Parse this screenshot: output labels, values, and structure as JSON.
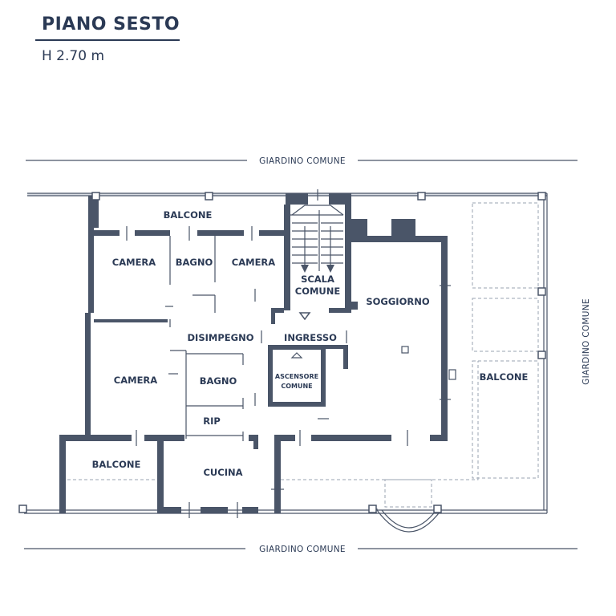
{
  "header": {
    "title": "PIANO SESTO",
    "height": "H 2.70 m"
  },
  "garden": {
    "top": "GIARDINO COMUNE",
    "bottom": "GIARDINO COMUNE",
    "right": "GIARDINO COMUNE"
  },
  "rooms": {
    "balcone_top": "BALCONE",
    "camera_1": "CAMERA",
    "bagno_1": "BAGNO",
    "camera_2": "CAMERA",
    "scala_1": "SCALA",
    "scala_2": "COMUNE",
    "soggiorno": "SOGGIORNO",
    "disimpegno": "DISIMPEGNO",
    "ingresso": "INGRESSO",
    "camera_3": "CAMERA",
    "bagno_2": "BAGNO",
    "ascensore_1": "ASCENSORE",
    "ascensore_2": "COMUNE",
    "balcone_right": "BALCONE",
    "rip": "RIP",
    "balcone_left": "BALCONE",
    "cucina": "CUCINA"
  },
  "colors": {
    "wall": "#4a5568",
    "text": "#2b3a55"
  },
  "icons": [
    "stair-arrow-icon",
    "column-icon"
  ]
}
